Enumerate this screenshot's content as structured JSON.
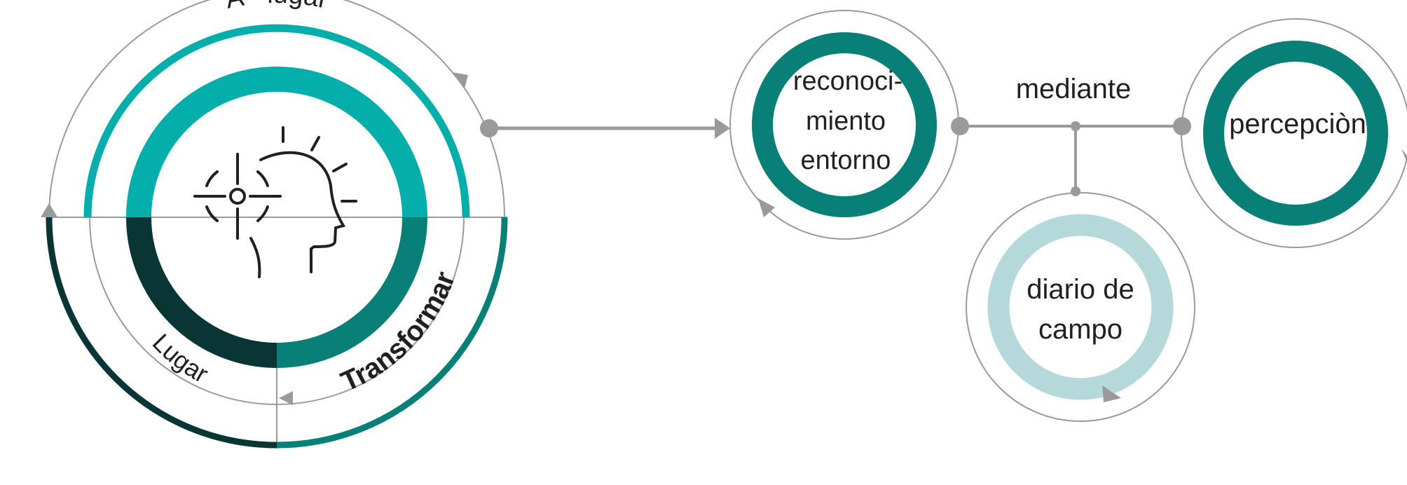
{
  "colors": {
    "teal": "#03aeab",
    "dark_teal": "#087f77",
    "darkest": "#0a3535",
    "pale": "#b5d9da",
    "connector": "#9a9a9a",
    "ink": "#231f20"
  },
  "main": {
    "label_top": "A - lugar",
    "label_right": "Transformar",
    "label_left": "Lugar",
    "icon": "mind-focus-icon"
  },
  "nodes": {
    "reconocimiento": [
      "reconoci-",
      "miento",
      "entorno"
    ],
    "diario": [
      "diario de",
      "campo"
    ],
    "percepcion": [
      "percepciòn"
    ]
  },
  "connector_label": "mediante"
}
